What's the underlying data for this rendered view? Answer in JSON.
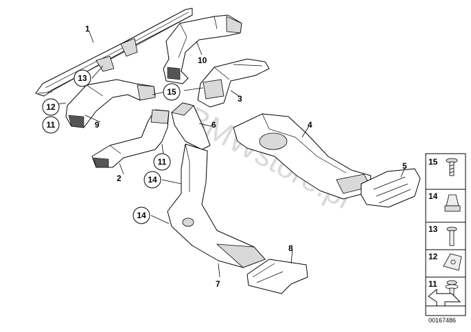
{
  "watermark": "BMWstore.pl",
  "doc_id": "00167486",
  "callouts": {
    "c1": "1",
    "c2": "2",
    "c3": "3",
    "c4": "4",
    "c5": "5",
    "c6": "6",
    "c7": "7",
    "c8": "8",
    "c9": "9",
    "c10": "10"
  },
  "circled": {
    "c13": "13",
    "c12": "12",
    "c11a": "11",
    "c15": "15",
    "c11b": "11",
    "c14a": "14",
    "c14b": "14"
  },
  "legend": {
    "r15": "15",
    "r14": "14",
    "r13": "13",
    "r12": "12",
    "r11": "11"
  },
  "colors": {
    "line": "#000000",
    "shade": "#d9d9d9",
    "background": "#ffffff"
  }
}
